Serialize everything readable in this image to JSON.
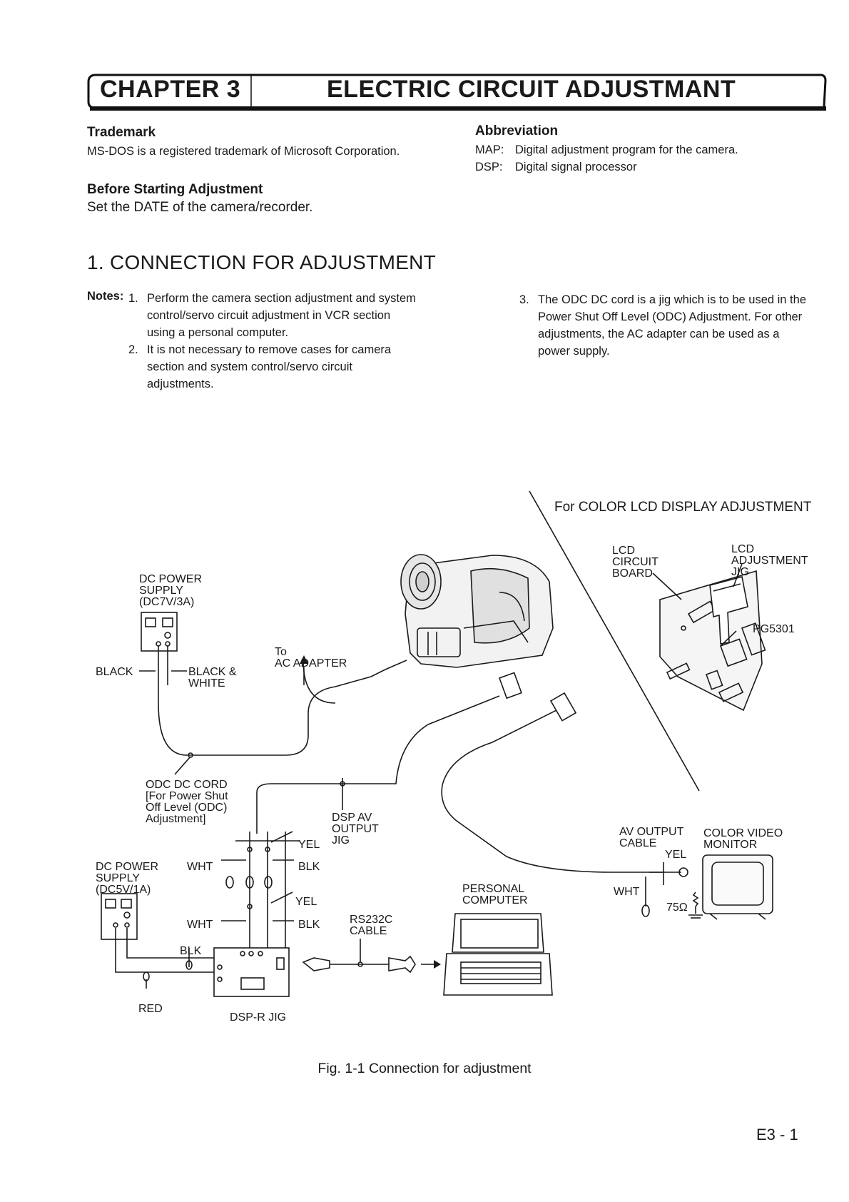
{
  "header": {
    "chapter": "CHAPTER 3",
    "title": "ELECTRIC CIRCUIT ADJUSTMANT"
  },
  "trademark": {
    "heading": "Trademark",
    "text": "MS-DOS is a registered trademark of Microsoft Corporation."
  },
  "before_starting": {
    "heading": "Before Starting Adjustment",
    "text": "Set the DATE of the camera/recorder."
  },
  "abbreviation": {
    "heading": "Abbreviation",
    "items": [
      {
        "key": "MAP:",
        "value": "Digital adjustment program for the camera."
      },
      {
        "key": "DSP:",
        "value": "Digital signal processor"
      }
    ]
  },
  "section": {
    "title": "1. CONNECTION FOR ADJUSTMENT"
  },
  "notes": {
    "label": "Notes:",
    "items": [
      {
        "num": "1.",
        "text": "Perform the camera section adjustment and system control/servo circuit adjustment in VCR section using a personal computer."
      },
      {
        "num": "2.",
        "text": "It is not necessary to remove cases for camera section and system control/servo circuit adjustments."
      },
      {
        "num": "3.",
        "text": "The ODC DC cord is a jig which is to be used in the Power Shut Off Level (ODC) Adjustment. For other adjustments, the AC adapter can be used as a power supply."
      }
    ]
  },
  "diagram": {
    "color_lcd_heading": "For COLOR LCD DISPLAY ADJUSTMENT",
    "lcd_board": [
      "LCD",
      "CIRCUIT",
      "BOARD"
    ],
    "lcd_jig": [
      "LCD",
      "ADJUSTMENT",
      "JIG"
    ],
    "pg": "PG5301",
    "dc_power_1": [
      "DC POWER",
      "SUPPLY",
      "(DC7V/3A)"
    ],
    "black": "BLACK",
    "black_white": [
      "BLACK &",
      "WHITE"
    ],
    "to_ac": [
      "To",
      "AC ADAPTER"
    ],
    "odc_cord": [
      "ODC DC CORD",
      "[For Power  Shut",
      "Off Level (ODC)",
      "Adjustment]"
    ],
    "dsp_av": [
      "DSP AV",
      "OUTPUT",
      "JIG"
    ],
    "yel": "YEL",
    "blk": "BLK",
    "wht": "WHT",
    "red": "RED",
    "dc_power_2": [
      "DC POWER",
      "SUPPLY",
      "(DC5V/1A)"
    ],
    "dsp_r_jig": "DSP-R JIG",
    "rs232c": [
      "RS232C",
      "CABLE"
    ],
    "pc": [
      "PERSONAL",
      "COMPUTER"
    ],
    "av_output": [
      "AV OUTPUT",
      "CABLE"
    ],
    "monitor": [
      "COLOR VIDEO",
      "MONITOR"
    ],
    "ohm": "75Ω"
  },
  "figure": {
    "caption": "Fig. 1-1  Connection for adjustment"
  },
  "page_number": "E3 - 1"
}
